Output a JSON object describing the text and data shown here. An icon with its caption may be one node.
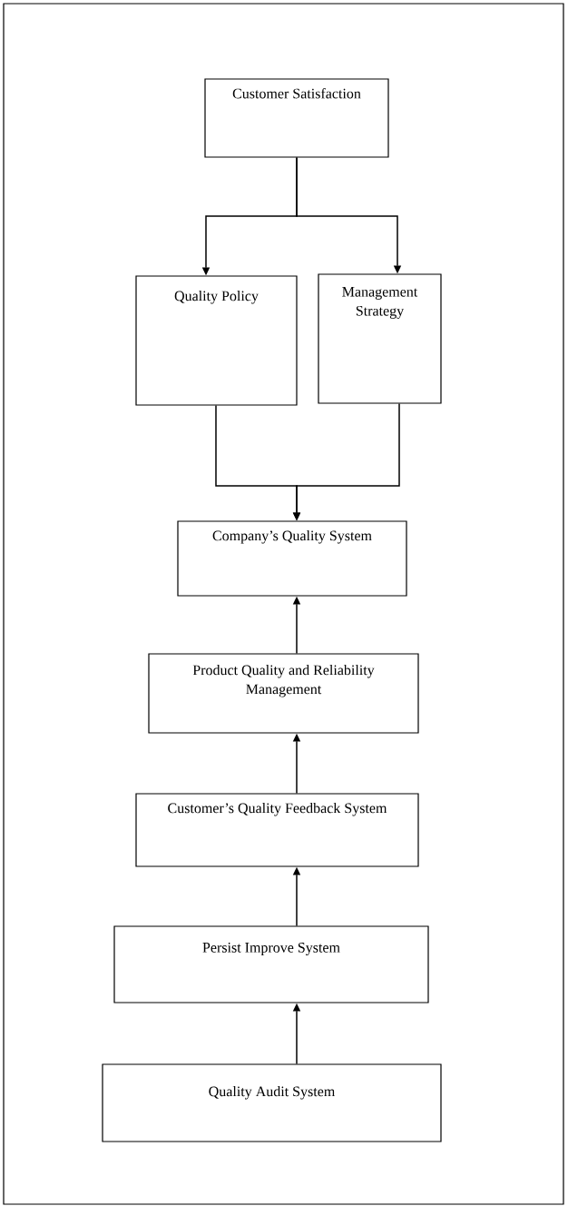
{
  "diagram": {
    "nodes": [
      {
        "text": [
          "Customer Satisfaction"
        ]
      },
      {
        "text": [
          "Quality Policy"
        ]
      },
      {
        "text": [
          "Management Strategy"
        ]
      },
      {
        "text": [
          "Company’s Quality System"
        ]
      },
      {
        "text": [
          "Product Quality and Reliability Management"
        ]
      },
      {
        "text": [
          "Customer’s Quality Feedback System"
        ]
      },
      {
        "text": [
          "Persist Improve System"
        ]
      },
      {
        "text": [
          "Quality Audit System"
        ]
      }
    ],
    "edges": [
      {
        "from": 0,
        "to": 1,
        "arrow": "to"
      },
      {
        "from": 0,
        "to": 2,
        "arrow": "to"
      },
      {
        "from": 1,
        "to": 3,
        "arrow": "to"
      },
      {
        "from": 2,
        "to": 3,
        "arrow": "to"
      },
      {
        "from": 4,
        "to": 3,
        "arrow": "to"
      },
      {
        "from": 5,
        "to": 4,
        "arrow": "to"
      },
      {
        "from": 6,
        "to": 5,
        "arrow": "to"
      },
      {
        "from": 7,
        "to": 6,
        "arrow": "to"
      }
    ]
  }
}
